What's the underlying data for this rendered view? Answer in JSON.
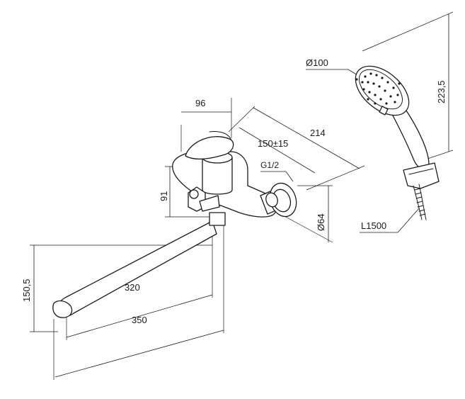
{
  "dimensions": {
    "handle_width": "96",
    "body_depth": "214",
    "center_distance": "150±15",
    "thread": "G1/2",
    "body_height": "91",
    "flange_diameter": "Ø64",
    "spout_height": "150,5",
    "spout_reach_inner": "320",
    "spout_reach_outer": "350",
    "showerhead_diameter": "Ø100",
    "shower_height": "223,5",
    "hose_length": "L1500"
  }
}
